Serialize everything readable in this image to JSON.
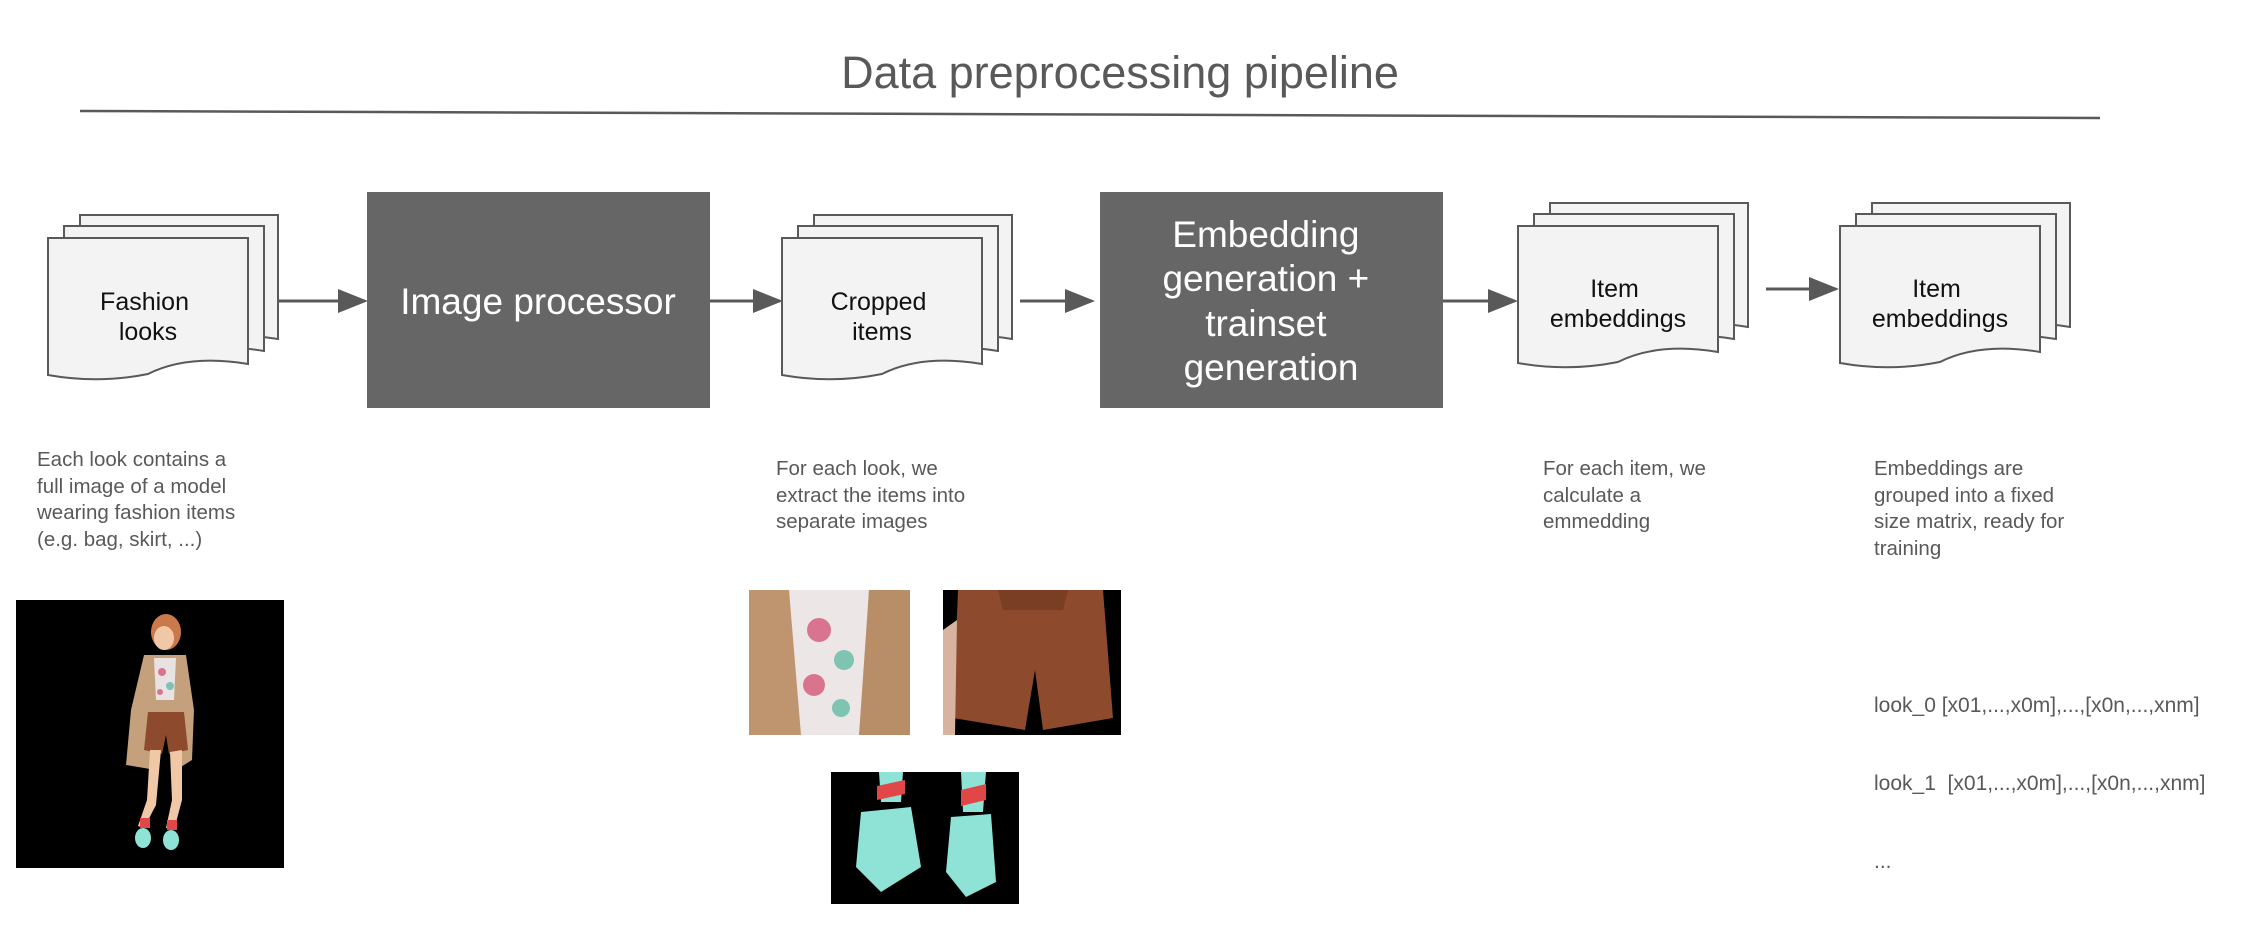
{
  "diagram": {
    "title": "Data preprocessing pipeline",
    "nodes": {
      "fashion_looks": [
        "Fashion",
        "looks"
      ],
      "image_processor": [
        "Image processor"
      ],
      "cropped_items": [
        "Cropped",
        "items"
      ],
      "embedding_generation": [
        "Embedding",
        "generation +",
        "trainset",
        "generation"
      ],
      "item_embeddings_1": [
        "Item",
        "embeddings"
      ],
      "item_embeddings_2": [
        "Item",
        "embeddings"
      ]
    },
    "descriptions": {
      "fashion_looks": "Each look contains a\nfull image of a model\nwearing fashion items\n(e.g. bag, skirt, ...)",
      "cropped_items": "For each look, we\nextract the items into\nseparate images",
      "item_embeddings_1": "For each item, we\ncalculate a\nemmedding",
      "item_embeddings_2": "Embeddings are\ngrouped into a fixed\nsize matrix, ready for\ntraining"
    },
    "matrix": {
      "rows": [
        "look_0 [x01,...,x0m],...,[x0n,...,xnm]",
        "look_1  [x01,...,x0m],...,[x0n,...,xnm]",
        "..."
      ]
    },
    "colors": {
      "process_fill": "#666666",
      "doc_fill": "#f3f3f3",
      "stroke": "#595959",
      "text": "#595959"
    }
  }
}
